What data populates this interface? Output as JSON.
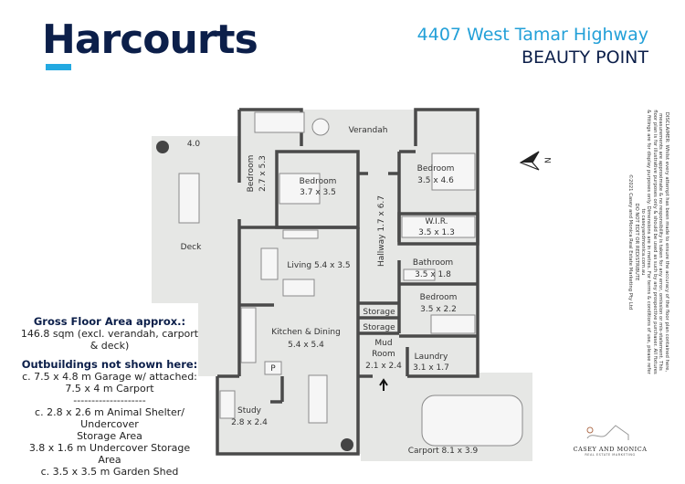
{
  "header": {
    "brand": "Harcourts",
    "address_line1": "4407 West Tamar Highway",
    "address_line2": "BEAUTY POINT"
  },
  "colors": {
    "brand_navy": "#0c1f4a",
    "brand_blue": "#23a9e1",
    "floor": "#e6e7e5",
    "wall": "#4a4a4a"
  },
  "compass": {
    "label": "N"
  },
  "rooms": {
    "verandah": "Verandah",
    "deck_dim": "4.0",
    "deck": "Deck",
    "bedroom1_name": "Bedroom",
    "bedroom1_dim": "2.7 x 5.3",
    "bedroom2_name": "Bedroom",
    "bedroom2_dim": "3.7 x 3.5",
    "bedroom3_name": "Bedroom",
    "bedroom3_dim": "3.5 x 4.6",
    "wir_name": "W.I.R.",
    "wir_dim": "3.5 x 1.3",
    "hallway": "Hallway 1.7 x 6.7",
    "living": "Living 5.4 x 3.5",
    "bathroom_name": "Bathroom",
    "bathroom_dim": "3.5 x 1.8",
    "bedroom4_name": "Bedroom",
    "bedroom4_dim": "3.5 x 2.2",
    "storage1": "Storage",
    "storage2": "Storage",
    "kitchen_name": "Kitchen & Dining",
    "kitchen_dim": "5.4 x 5.4",
    "pantry": "P",
    "mud_name1": "Mud",
    "mud_name2": "Room",
    "mud_dim": "2.1 x 2.4",
    "laundry_name": "Laundry",
    "laundry_dim": "3.1 x 1.7",
    "study_name": "Study",
    "study_dim": "2.8 x 2.4",
    "carport": "Carport 8.1 x 3.9"
  },
  "notes": {
    "gfa_title": "Gross Floor Area approx.:",
    "gfa_line1": "146.8 sqm (excl. verandah, carport",
    "gfa_line2": "& deck)",
    "out_title": "Outbuildings not shown here:",
    "out_1": "c. 7.5 x 4.8 m Garage w/ attached:",
    "out_2": "7.5 x 4 m Carport",
    "sep": "--------------------",
    "out_3": "c. 2.8 x 2.6 m Animal Shelter/ Undercover",
    "out_4": "Storage Area",
    "out_5": "3.8 x 1.6 m Undercover Storage Area",
    "out_6": "c. 3.5 x 3.5 m Garden Shed"
  },
  "disclaimer": {
    "text": "DISCLAIMER: Whilst every attempt has been made to ensure the accuracy of the floor plan contained here, measurements are approximate & no responsibility is taken for any error, omission or mis-statement. This floor plan is for illustrative purposes only & should be used as such by any prospective purchaser. All fixtures & fittings are for display purposes only. Dimensions are in metres. For terms & conditions of use, please refer to caseyandmonica.com.au",
    "line2": "DO NOT EDIT OR REDISTRIBUTE",
    "line3": "©2021 Casey and Monica Real Estate Marketing Pty Ltd"
  },
  "marketer_logo": {
    "name": "CASEY AND MONICA",
    "sub": "REAL ESTATE MARKETING"
  }
}
